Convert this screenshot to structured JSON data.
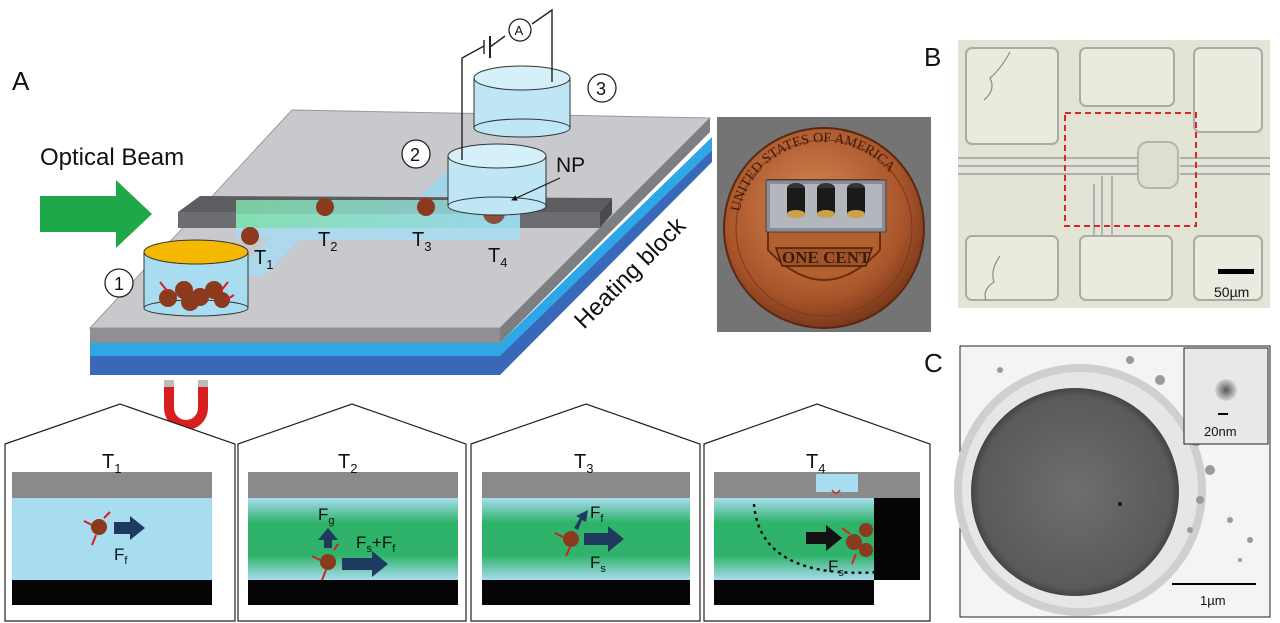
{
  "panels": {
    "a": "A",
    "b": "B",
    "c": "C"
  },
  "labels": {
    "optical_beam": "Optical Beam",
    "heating_block": "Heating block",
    "np": "NP",
    "ammeter": "A",
    "reservoir_1": "1",
    "reservoir_2": "2",
    "reservoir_3": "3"
  },
  "positions": [
    {
      "main": "T",
      "sub": "1"
    },
    {
      "main": "T",
      "sub": "2"
    },
    {
      "main": "T",
      "sub": "3"
    },
    {
      "main": "T",
      "sub": "4"
    }
  ],
  "forces": {
    "t1_f": {
      "main": "F",
      "sub": "f"
    },
    "t2_g": {
      "main": "F",
      "sub": "g"
    },
    "t2_sum_a": {
      "main": "F",
      "sub": "s"
    },
    "t2_plus": "+",
    "t2_sum_b": {
      "main": "F",
      "sub": "f"
    },
    "t3_f": {
      "main": "F",
      "sub": "f"
    },
    "t3_s": {
      "main": "F",
      "sub": "s"
    },
    "t4_s": {
      "main": "F",
      "sub": "s"
    }
  },
  "coin": {
    "top_text": "UNITED STATES OF AMERICA",
    "bottom_text": "ONE CENT"
  },
  "scalebars": {
    "b": "50µm",
    "c": "1µm",
    "c_inset": "20nm"
  },
  "colors": {
    "beam": "#1fa84a",
    "chip_top": "#c8c9cc",
    "chip_side": "#8f9094",
    "channel": "#a8dcf0",
    "channel_green": "#2fb36a",
    "layer_light": "#2fa6e6",
    "layer_dark": "#3a68b8",
    "particle": "#8b3a1e",
    "arrow": "#1f3a5f",
    "magnet": "#d81e1e",
    "dashed_box": "#d62828"
  }
}
